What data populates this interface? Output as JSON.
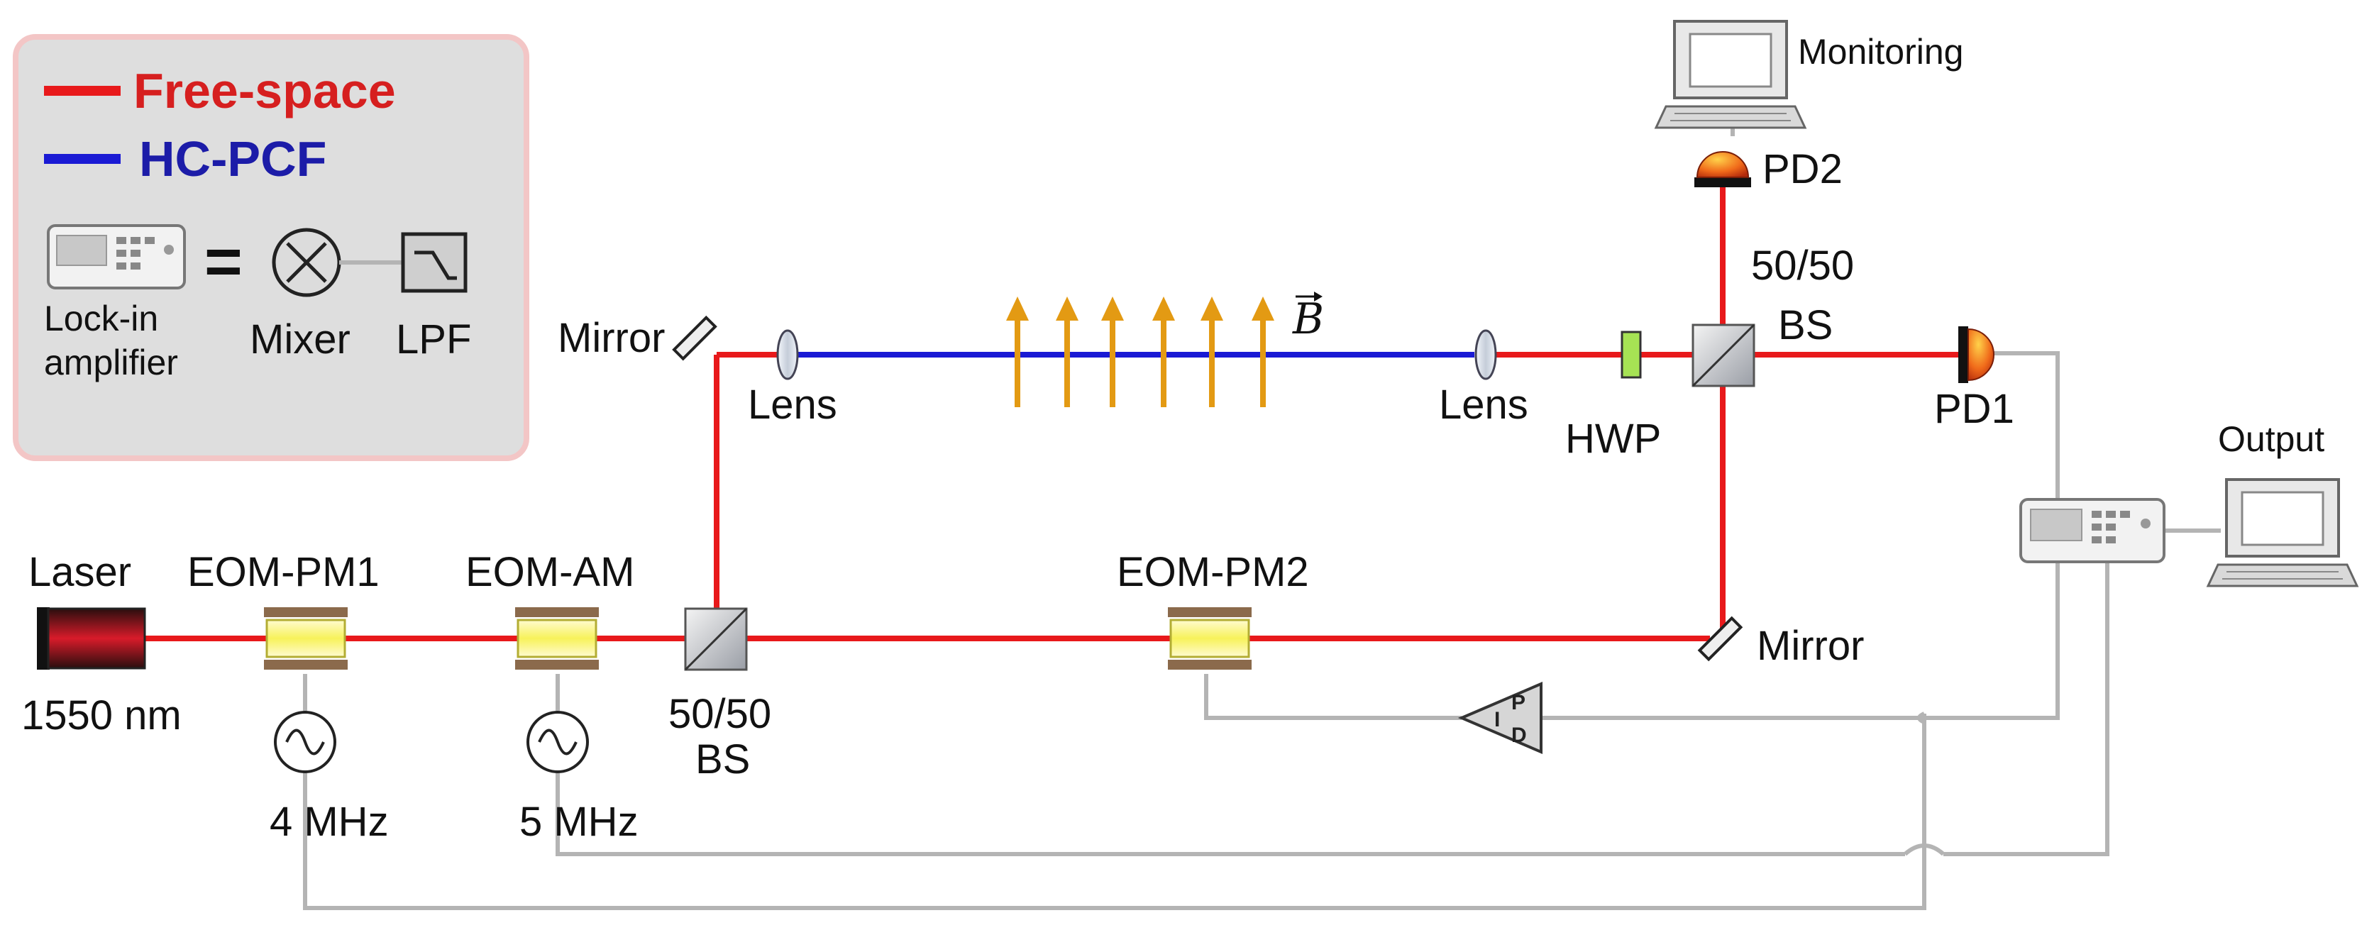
{
  "legend": {
    "free_space": "Free-space",
    "hc_pcf": "HC-PCF",
    "lockin_label_1": "Lock-in",
    "lockin_label_2": "amplifier",
    "equals": "=",
    "mixer": "Mixer",
    "lpf": "LPF",
    "colors": {
      "free_space": "#e8191b",
      "hc_pcf": "#1a1ad4",
      "panel": "#dedede",
      "panel_border": "#f3c6c6"
    }
  },
  "components": {
    "laser": "Laser",
    "laser_wavelength": "1550 nm",
    "eom_pm1": "EOM-PM1",
    "eom_am": "EOM-AM",
    "eom_pm2": "EOM-PM2",
    "bs_left_1": "50/50",
    "bs_left_2": "BS",
    "bs_right_1": "50/50",
    "bs_right_2": "BS",
    "mirror_top": "Mirror",
    "mirror_bottom": "Mirror",
    "lens_left": "Lens",
    "lens_right": "Lens",
    "hwp": "HWP",
    "pd1": "PD1",
    "pd2": "PD2",
    "monitoring": "Monitoring",
    "output": "Output",
    "freq_1": "4 MHz",
    "freq_2": "5 MHz",
    "magnetic_field": "B",
    "pid_p": "P",
    "pid_i": "I",
    "pid_d": "D"
  },
  "colors": {
    "beam_red": "#e8191b",
    "fiber_blue": "#1a1ad4",
    "cable_gray": "#b4b4b4",
    "field_arrow": "#e39a13",
    "eom_crystal": "#f4f27a",
    "eom_electrode": "#8b6a4c"
  }
}
